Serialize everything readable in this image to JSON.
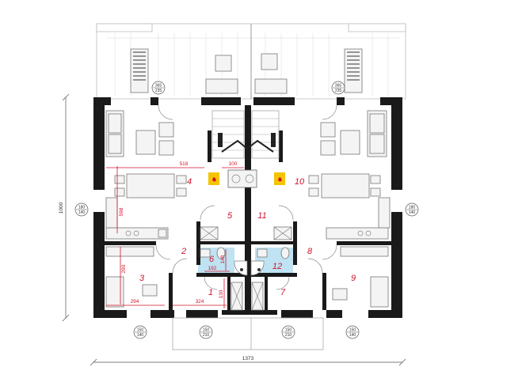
{
  "rooms": [
    {
      "id": "r1",
      "label": "1"
    },
    {
      "id": "r2",
      "label": "2"
    },
    {
      "id": "r3",
      "label": "3"
    },
    {
      "id": "r4",
      "label": "4"
    },
    {
      "id": "r5",
      "label": "5"
    },
    {
      "id": "r6",
      "label": "6"
    },
    {
      "id": "r7",
      "label": "7"
    },
    {
      "id": "r8",
      "label": "8"
    },
    {
      "id": "r9",
      "label": "9"
    },
    {
      "id": "r10",
      "label": "10"
    },
    {
      "id": "r11",
      "label": "11"
    },
    {
      "id": "r12",
      "label": "12"
    }
  ],
  "dimensions": {
    "total_width": "1373",
    "total_height": "1000",
    "d518": "518",
    "d100": "100",
    "d598": "598",
    "d290": "290",
    "d294": "294",
    "d324": "324",
    "d192": "192",
    "d148": "148",
    "d130": "130"
  },
  "windows": {
    "top_left": [
      "365",
      "235"
    ],
    "top_right": [
      "365",
      "235"
    ],
    "side_left": [
      "180",
      "140"
    ],
    "side_right": [
      "180",
      "140"
    ],
    "bottom_1": [
      "150",
      "140"
    ],
    "bottom_2": [
      "150",
      "210"
    ],
    "bottom_3": [
      "150",
      "210"
    ],
    "bottom_4": [
      "150",
      "140"
    ]
  },
  "colors": {
    "wall": "#1a1a1a",
    "bathroom": "#bfe3f2",
    "label": "#d0142c"
  }
}
